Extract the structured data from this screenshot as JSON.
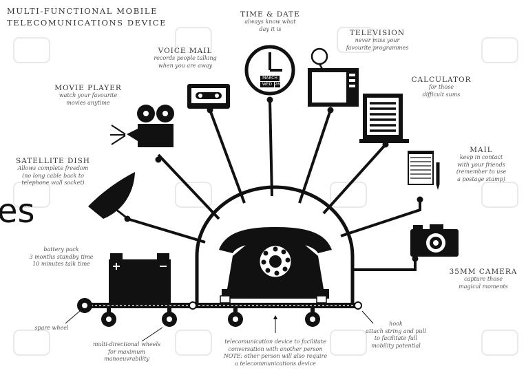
{
  "header": {
    "line1": "MULTI-FUNCTIONAL MOBILE",
    "line2": "TELECOMUNICATIONS DEVICE"
  },
  "overlay_text": "es",
  "labels": {
    "time_date": {
      "title": "TIME & DATE",
      "l1": "always know what",
      "l2": "day it is"
    },
    "television": {
      "title": "TELEVISION",
      "l1": "never miss your",
      "l2": "favourite programmes"
    },
    "voice_mail": {
      "title": "VOICE MAIL",
      "l1": "records people talking",
      "l2": "when you are away"
    },
    "calculator": {
      "title": "CALCULATOR",
      "l1": "for those",
      "l2": "difficult sums"
    },
    "movie_player": {
      "title": "MOVIE PLAYER",
      "l1": "watch your favourite",
      "l2": "movies anytime"
    },
    "mail": {
      "title": "MAIL",
      "l1": "keep in contact",
      "l2": "with your friends",
      "l3": "(remember to use",
      "l4": "a postage stamp)"
    },
    "satellite_dish": {
      "title": "SATELLITE DISH",
      "l1": "Allows complete freedom",
      "l2": "(no long cable back to",
      "l3": "telephone wall socket)"
    },
    "battery": {
      "l1": "battery pack",
      "l2": "3 months standby time",
      "l3": "10 minutes talk time"
    },
    "camera": {
      "title": "35MM CAMERA",
      "l1": "capture those",
      "l2": "magical moments"
    },
    "spare_wheel": {
      "l1": "spare wheel"
    },
    "wheels": {
      "l1": "multi-directional wheels",
      "l2": "for maximum",
      "l3": "manoeuvrability"
    },
    "telecom": {
      "l1": "telecomunication device to facilitate",
      "l2": "conversation with another person",
      "l3": "NOTE: other person will also require",
      "l4": "a telecommunications device"
    },
    "hook": {
      "l1": "hook",
      "l2": "attach string and pull",
      "l3": "to facilitate full",
      "l4": "mobility potential"
    }
  },
  "clock": {
    "month": "MARCH",
    "day": "WED",
    "date": "26"
  },
  "colors": {
    "ink": "#111111",
    "text": "#333333",
    "watermark": "#e9e9e9"
  }
}
